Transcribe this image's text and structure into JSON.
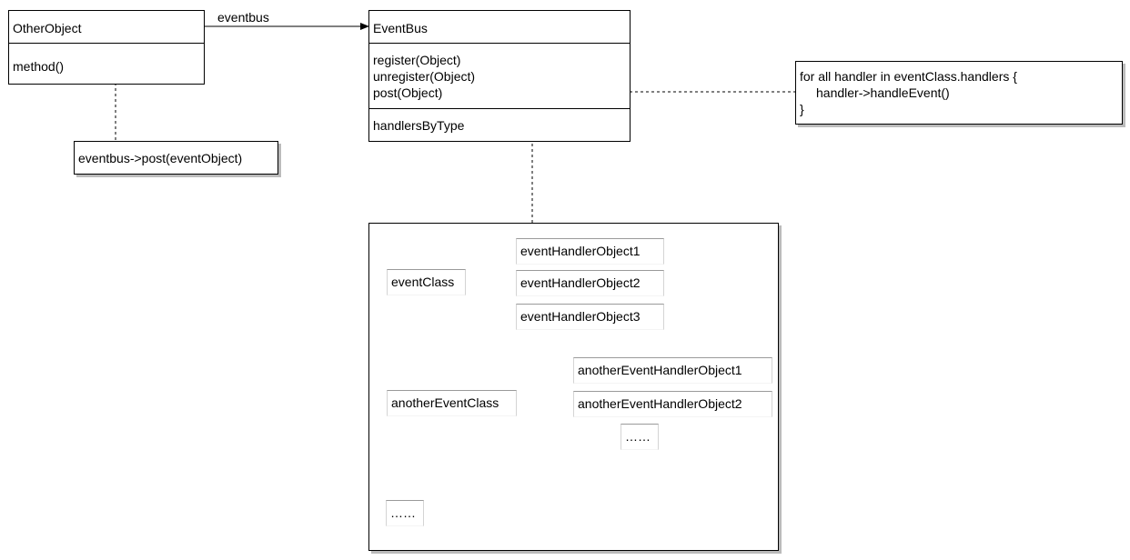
{
  "other_object": {
    "title": "OtherObject",
    "method": "method()"
  },
  "event_bus": {
    "title": "EventBus",
    "methods": [
      "register(Object)",
      "unregister(Object)",
      "post(Object)"
    ],
    "field": "handlersByType"
  },
  "association_label": "eventbus",
  "post_note": "eventbus->post(eventObject)",
  "handler_note": {
    "lines": [
      "for all handler in eventClass.handlers {",
      "handler->handleEvent()",
      "}"
    ]
  },
  "handlers_map": {
    "groups": [
      {
        "event_class": "eventClass",
        "handlers": [
          "eventHandlerObject1",
          "eventHandlerObject2",
          "eventHandlerObject3"
        ]
      },
      {
        "event_class": "anotherEventClass",
        "handlers": [
          "anotherEventHandlerObject1",
          "anotherEventHandlerObject2",
          "……"
        ]
      }
    ],
    "more": "……"
  }
}
